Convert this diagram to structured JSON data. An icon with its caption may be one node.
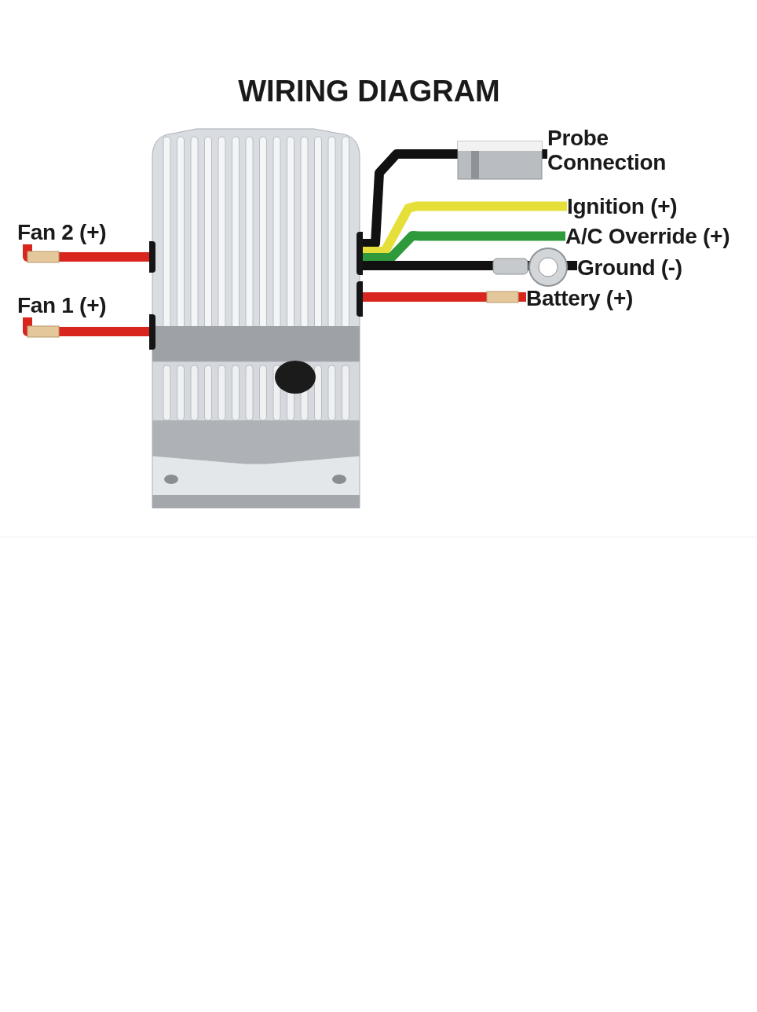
{
  "diagram": {
    "title": "WIRING DIAGRAM",
    "nodes": [
      {
        "text": [],
        "shape": "picture"
      },
      {
        "text": [
          "Probe Connection"
        ]
      },
      {
        "text": [
          "Ignition (+)"
        ]
      },
      {
        "text": [
          "A/C Override (+)"
        ]
      },
      {
        "text": [
          "Ground (-)"
        ]
      },
      {
        "text": [
          "Battery (+)"
        ]
      },
      {
        "text": [
          "Fan 2 (+)"
        ]
      },
      {
        "text": [
          "Fan 1 (+)"
        ]
      }
    ],
    "edges": [
      {
        "from": 0,
        "to": 1,
        "arrow": "none",
        "color": "#111111"
      },
      {
        "from": 0,
        "to": 2,
        "arrow": "none",
        "color": "#e6df3a"
      },
      {
        "from": 0,
        "to": 3,
        "arrow": "none",
        "color": "#2f9a3c"
      },
      {
        "from": 0,
        "to": 4,
        "arrow": "none",
        "color": "#111111"
      },
      {
        "from": 0,
        "to": 5,
        "arrow": "none",
        "color": "#d8261f"
      },
      {
        "from": 0,
        "to": 6,
        "arrow": "none",
        "color": "#d8261f"
      },
      {
        "from": 0,
        "to": 7,
        "arrow": "none",
        "color": "#d8261f"
      }
    ]
  }
}
